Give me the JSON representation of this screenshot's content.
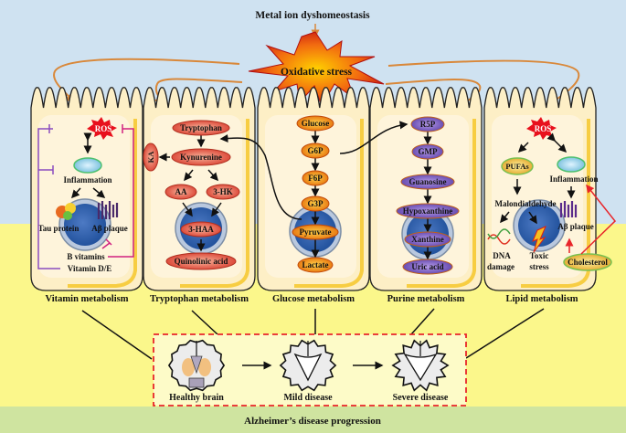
{
  "top": {
    "source_label": "Metal ion dyshomeostasis",
    "burst_label": "Oxidative stress"
  },
  "cells": [
    {
      "id": "vitamin",
      "title": "Vitamin metabolism",
      "ros": "ROS",
      "inflammation": "Inflammation",
      "tau": "Tau protein",
      "abeta": "Aβ plaque",
      "b_vitamins": "B vitamins",
      "vitamin_de": "Vitamin D/E"
    },
    {
      "id": "tryptophan",
      "title": "Tryptophan metabolism",
      "nodes": [
        "Tryptophan",
        "Kynurenine",
        "KA",
        "AA",
        "3-HK",
        "3-HAA",
        "Quinolinic acid"
      ]
    },
    {
      "id": "glucose",
      "title": "Glucose metabolism",
      "nodes": [
        "Glucose",
        "G6P",
        "F6P",
        "G3P",
        "Pyruvate",
        "Lactate"
      ]
    },
    {
      "id": "purine",
      "title": "Purine metabolism",
      "nodes": [
        "R5P",
        "GMP",
        "Guanosine",
        "Hypoxanthine",
        "Xanthine",
        "Uric acid"
      ]
    },
    {
      "id": "lipid",
      "title": "Lipid metabolism",
      "ros": "ROS",
      "pufas": "PUFAs",
      "inflammation": "Inflammation",
      "malondialdehyde": "Malondialdehyde",
      "abeta": "Aβ plaque",
      "dna_damage_1": "DNA",
      "dna_damage_2": "damage",
      "toxic_stress_1": "Toxic",
      "toxic_stress_2": "stress",
      "cholesterol": "Cholesterol"
    }
  ],
  "brains": [
    {
      "label": "Healthy brain",
      "stage": "healthy"
    },
    {
      "label": "Mild disease",
      "stage": "mild"
    },
    {
      "label": "Severe disease",
      "stage": "severe"
    }
  ],
  "bottom": {
    "banner": "Alzheimer’s disease progression"
  },
  "colors": {
    "sky": "#cfe2f1",
    "ground": "#fbf78b",
    "banner": "#cfe4a0",
    "cell_fill": "#fdefc6",
    "arrow_orange": "#d9883a",
    "node_red": "#e0533a",
    "node_orange": "#f08a10",
    "node_purple": "#7a5cc0",
    "dash_red": "#e8252a"
  }
}
